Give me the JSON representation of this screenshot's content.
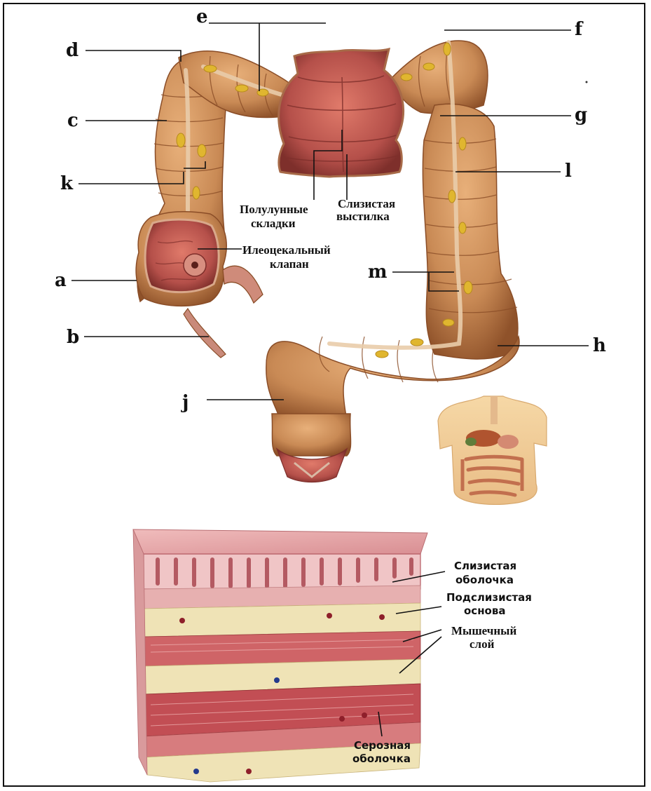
{
  "letters": {
    "a": "a",
    "b": "b",
    "c": "c",
    "d": "d",
    "e": "e",
    "f": "f",
    "g": "g",
    "h": "h",
    "j": "j",
    "k": "k",
    "l": "l",
    "m": "m"
  },
  "colon_labels": {
    "semilunar_1": "Полулунные",
    "semilunar_2": "складки",
    "mucosa_1": "Слизистая",
    "mucosa_2": "выстилка",
    "valve_1": "Илеоцекальный",
    "valve_2": "клапан"
  },
  "wall_labels": {
    "mucous_1": "Слизистая",
    "mucous_2": "оболочка",
    "submucosa_1": "Подслизистая",
    "submucosa_2": "основа",
    "muscle_1": "Мышечный",
    "muscle_2": "слой",
    "serosa_1": "Серозная",
    "serosa_2": "оболочка"
  },
  "colors": {
    "colon": "#c98a55",
    "colon_dark": "#9a5a2e",
    "mucosa": "#b5504a",
    "taenia": "#e7c9a6",
    "fat": "#e0b62f",
    "skin": "#f2c98f",
    "tissue_pink": "#e7a7a8",
    "tissue_muscle": "#c9575a",
    "tissue_fat": "#efe3b6"
  }
}
